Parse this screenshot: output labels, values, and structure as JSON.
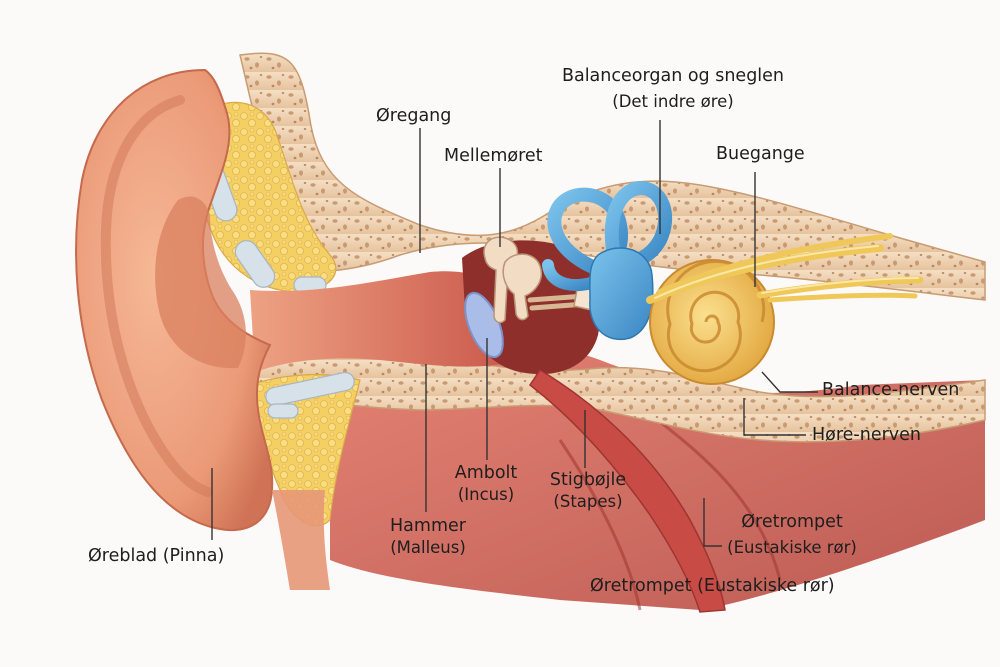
{
  "labels": {
    "oregang": "Øregang",
    "mellemoret": "Mellemøret",
    "balanceorgan": "Balanceorgan og sneglen",
    "indre_ore": "(Det indre øre)",
    "buegange": "Buegange",
    "balance_nerven": "Balance-nerven",
    "hore_nerven": "Høre-nerven",
    "ambolt": "Ambolt",
    "ambolt_latin": "(Incus)",
    "stigbojle": "Stigbøjle",
    "stigbojle_latin": "(Stapes)",
    "hammer": "Hammer",
    "hammer_latin": "(Malleus)",
    "oreblad": "Øreblad (Pinna)",
    "oretrompet": "Øretrompet",
    "oretrompet_latin": "(Eustakiske rør)",
    "oretrompet_full": "Øretrompet (Eustakiske rør)"
  },
  "colors": {
    "skin": "#eb9a78",
    "skin_dark": "#c9684a",
    "canal": "#e07a66",
    "bone": "#f1d5b6",
    "fat": "#f4cf63",
    "cartilage": "#d4dde6",
    "muscle": "#cc5146",
    "vestibular": "#5aa9da",
    "cochlea": "#f2c25a",
    "nerve": "#f0c85a",
    "eardrum": "#a9bde8",
    "line": "#333333"
  }
}
